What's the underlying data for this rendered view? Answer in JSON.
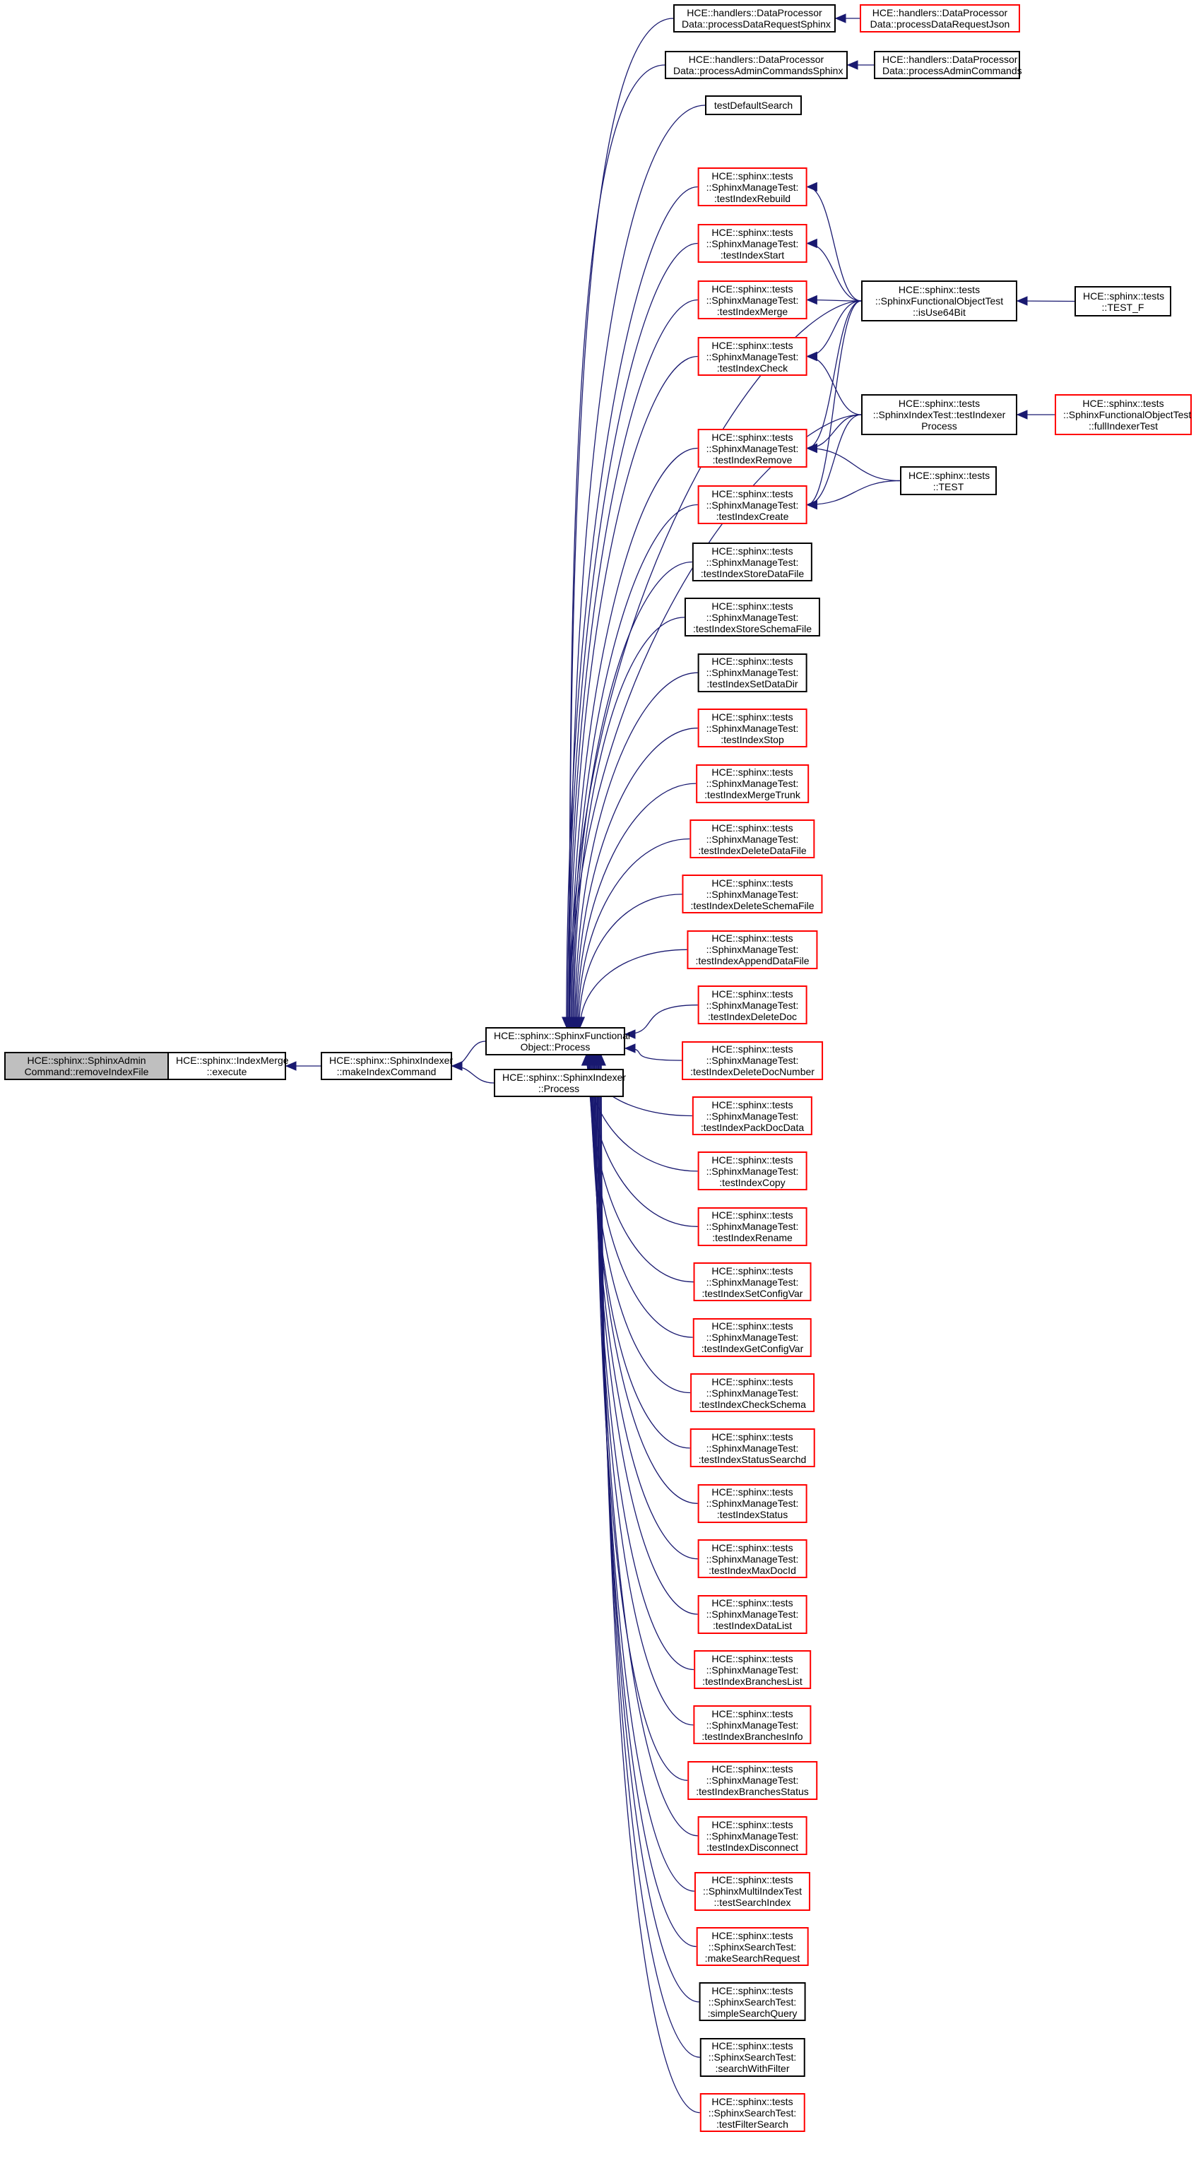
{
  "colors": {
    "edge": "#191970",
    "link_border": "#ff0000",
    "normal_border": "#000000",
    "focus_fill": "#bfbfbf"
  },
  "nodes": [
    {
      "id": "removeIndexFile",
      "style": "gray",
      "lines": [
        "HCE::sphinx::SphinxAdmin",
        "Command::removeIndexFile"
      ]
    },
    {
      "id": "execute",
      "style": "normal",
      "lines": [
        "HCE::sphinx::IndexMerge",
        "::execute"
      ]
    },
    {
      "id": "makeIndexCommand",
      "style": "normal",
      "lines": [
        "HCE::sphinx::SphinxIndexer",
        "::makeIndexCommand"
      ]
    },
    {
      "id": "funcProcess",
      "style": "normal",
      "lines": [
        "HCE::sphinx::SphinxFunctional",
        "Object::Process"
      ]
    },
    {
      "id": "indexerProcess",
      "style": "normal",
      "lines": [
        "HCE::sphinx::SphinxIndexer",
        "::Process"
      ]
    },
    {
      "id": "pdrSphinx",
      "style": "normal",
      "lines": [
        "HCE::handlers::DataProcessor",
        "Data::processDataRequestSphinx"
      ]
    },
    {
      "id": "pdrJson",
      "style": "red",
      "lines": [
        "HCE::handlers::DataProcessor",
        "Data::processDataRequestJson"
      ]
    },
    {
      "id": "pacSphinx",
      "style": "normal",
      "lines": [
        "HCE::handlers::DataProcessor",
        "Data::processAdminCommandsSphinx"
      ]
    },
    {
      "id": "pac",
      "style": "normal",
      "lines": [
        "HCE::handlers::DataProcessor",
        "Data::processAdminCommands"
      ]
    },
    {
      "id": "testDefaultSearch",
      "style": "normal",
      "lines": [
        "testDefaultSearch"
      ]
    },
    {
      "id": "isUse64Bit",
      "style": "normal",
      "lines": [
        "HCE::sphinx::tests",
        "::SphinxFunctionalObjectTest",
        "::isUse64Bit"
      ]
    },
    {
      "id": "TEST_F",
      "style": "normal",
      "lines": [
        "HCE::sphinx::tests",
        "::TEST_F"
      ]
    },
    {
      "id": "testIndexerProcess",
      "style": "normal",
      "lines": [
        "HCE::sphinx::tests",
        "::SphinxIndexTest::testIndexer",
        "Process"
      ]
    },
    {
      "id": "fullIndexerTest",
      "style": "red",
      "lines": [
        "HCE::sphinx::tests",
        "::SphinxFunctionalObjectTest",
        "::fullIndexerTest"
      ]
    },
    {
      "id": "TEST",
      "style": "normal",
      "lines": [
        "HCE::sphinx::tests",
        "::TEST"
      ]
    },
    {
      "id": "c0",
      "style": "red",
      "lines": [
        "HCE::sphinx::tests",
        "::SphinxManageTest:",
        ":testIndexRebuild"
      ]
    },
    {
      "id": "c1",
      "style": "red",
      "lines": [
        "HCE::sphinx::tests",
        "::SphinxManageTest:",
        ":testIndexStart"
      ]
    },
    {
      "id": "c2",
      "style": "red",
      "lines": [
        "HCE::sphinx::tests",
        "::SphinxManageTest:",
        ":testIndexMerge"
      ]
    },
    {
      "id": "c3",
      "style": "red",
      "lines": [
        "HCE::sphinx::tests",
        "::SphinxManageTest:",
        ":testIndexCheck"
      ]
    },
    {
      "id": "c4",
      "style": "red",
      "lines": [
        "HCE::sphinx::tests",
        "::SphinxManageTest:",
        ":testIndexRemove"
      ]
    },
    {
      "id": "c5",
      "style": "red",
      "lines": [
        "HCE::sphinx::tests",
        "::SphinxManageTest:",
        ":testIndexCreate"
      ]
    },
    {
      "id": "c6",
      "style": "normal",
      "lines": [
        "HCE::sphinx::tests",
        "::SphinxManageTest:",
        ":testIndexStoreDataFile"
      ]
    },
    {
      "id": "c7",
      "style": "normal",
      "lines": [
        "HCE::sphinx::tests",
        "::SphinxManageTest:",
        ":testIndexStoreSchemaFile"
      ]
    },
    {
      "id": "c8",
      "style": "normal",
      "lines": [
        "HCE::sphinx::tests",
        "::SphinxManageTest:",
        ":testIndexSetDataDir"
      ]
    },
    {
      "id": "c9",
      "style": "red",
      "lines": [
        "HCE::sphinx::tests",
        "::SphinxManageTest:",
        ":testIndexStop"
      ]
    },
    {
      "id": "c10",
      "style": "red",
      "lines": [
        "HCE::sphinx::tests",
        "::SphinxManageTest:",
        ":testIndexMergeTrunk"
      ]
    },
    {
      "id": "c11",
      "style": "red",
      "lines": [
        "HCE::sphinx::tests",
        "::SphinxManageTest:",
        ":testIndexDeleteDataFile"
      ]
    },
    {
      "id": "c12",
      "style": "red",
      "lines": [
        "HCE::sphinx::tests",
        "::SphinxManageTest:",
        ":testIndexDeleteSchemaFile"
      ]
    },
    {
      "id": "c13",
      "style": "red",
      "lines": [
        "HCE::sphinx::tests",
        "::SphinxManageTest:",
        ":testIndexAppendDataFile"
      ]
    },
    {
      "id": "c14",
      "style": "red",
      "lines": [
        "HCE::sphinx::tests",
        "::SphinxManageTest:",
        ":testIndexDeleteDoc"
      ]
    },
    {
      "id": "c15",
      "style": "red",
      "lines": [
        "HCE::sphinx::tests",
        "::SphinxManageTest:",
        ":testIndexDeleteDocNumber"
      ]
    },
    {
      "id": "c16",
      "style": "red",
      "lines": [
        "HCE::sphinx::tests",
        "::SphinxManageTest:",
        ":testIndexPackDocData"
      ]
    },
    {
      "id": "c17",
      "style": "red",
      "lines": [
        "HCE::sphinx::tests",
        "::SphinxManageTest:",
        ":testIndexCopy"
      ]
    },
    {
      "id": "c18",
      "style": "red",
      "lines": [
        "HCE::sphinx::tests",
        "::SphinxManageTest:",
        ":testIndexRename"
      ]
    },
    {
      "id": "c19",
      "style": "red",
      "lines": [
        "HCE::sphinx::tests",
        "::SphinxManageTest:",
        ":testIndexSetConfigVar"
      ]
    },
    {
      "id": "c20",
      "style": "red",
      "lines": [
        "HCE::sphinx::tests",
        "::SphinxManageTest:",
        ":testIndexGetConfigVar"
      ]
    },
    {
      "id": "c21",
      "style": "red",
      "lines": [
        "HCE::sphinx::tests",
        "::SphinxManageTest:",
        ":testIndexCheckSchema"
      ]
    },
    {
      "id": "c22",
      "style": "red",
      "lines": [
        "HCE::sphinx::tests",
        "::SphinxManageTest:",
        ":testIndexStatusSearchd"
      ]
    },
    {
      "id": "c23",
      "style": "red",
      "lines": [
        "HCE::sphinx::tests",
        "::SphinxManageTest:",
        ":testIndexStatus"
      ]
    },
    {
      "id": "c24",
      "style": "red",
      "lines": [
        "HCE::sphinx::tests",
        "::SphinxManageTest:",
        ":testIndexMaxDocId"
      ]
    },
    {
      "id": "c25",
      "style": "red",
      "lines": [
        "HCE::sphinx::tests",
        "::SphinxManageTest:",
        ":testIndexDataList"
      ]
    },
    {
      "id": "c26",
      "style": "red",
      "lines": [
        "HCE::sphinx::tests",
        "::SphinxManageTest:",
        ":testIndexBranchesList"
      ]
    },
    {
      "id": "c27",
      "style": "red",
      "lines": [
        "HCE::sphinx::tests",
        "::SphinxManageTest:",
        ":testIndexBranchesInfo"
      ]
    },
    {
      "id": "c28",
      "style": "red",
      "lines": [
        "HCE::sphinx::tests",
        "::SphinxManageTest:",
        ":testIndexBranchesStatus"
      ]
    },
    {
      "id": "c29",
      "style": "red",
      "lines": [
        "HCE::sphinx::tests",
        "::SphinxManageTest:",
        ":testIndexDisconnect"
      ]
    },
    {
      "id": "c30",
      "style": "red",
      "lines": [
        "HCE::sphinx::tests",
        "::SphinxMultiIndexTest",
        "::testSearchIndex"
      ]
    },
    {
      "id": "c31",
      "style": "red",
      "lines": [
        "HCE::sphinx::tests",
        "::SphinxSearchTest:",
        ":makeSearchRequest"
      ]
    },
    {
      "id": "c32",
      "style": "normal",
      "lines": [
        "HCE::sphinx::tests",
        "::SphinxSearchTest:",
        ":simpleSearchQuery"
      ]
    },
    {
      "id": "c33",
      "style": "normal",
      "lines": [
        "HCE::sphinx::tests",
        "::SphinxSearchTest:",
        ":searchWithFilter"
      ]
    },
    {
      "id": "c34",
      "style": "red",
      "lines": [
        "HCE::sphinx::tests",
        "::SphinxSearchTest:",
        ":testFilterSearch"
      ]
    }
  ],
  "edges": [
    [
      "execute",
      "removeIndexFile"
    ],
    [
      "makeIndexCommand",
      "execute"
    ],
    [
      "funcProcess",
      "makeIndexCommand"
    ],
    [
      "indexerProcess",
      "makeIndexCommand"
    ],
    [
      "pdrJson",
      "pdrSphinx"
    ],
    [
      "pac",
      "pacSphinx"
    ],
    [
      "TEST_F",
      "isUse64Bit"
    ],
    [
      "fullIndexerTest",
      "testIndexerProcess"
    ],
    [
      "isUse64Bit",
      "c0"
    ],
    [
      "isUse64Bit",
      "c1"
    ],
    [
      "isUse64Bit",
      "c2"
    ],
    [
      "isUse64Bit",
      "c3"
    ],
    [
      "isUse64Bit",
      "c4"
    ],
    [
      "isUse64Bit",
      "c5"
    ],
    [
      "testIndexerProcess",
      "c3"
    ],
    [
      "testIndexerProcess",
      "c4"
    ],
    [
      "testIndexerProcess",
      "c5"
    ],
    [
      "TEST",
      "c4"
    ],
    [
      "TEST",
      "c5"
    ],
    [
      "pdrSphinx",
      "funcProcess"
    ],
    [
      "pacSphinx",
      "funcProcess"
    ],
    [
      "testDefaultSearch",
      "funcProcess"
    ],
    [
      "isUse64Bit",
      "funcProcess"
    ],
    [
      "testIndexerProcess",
      "funcProcess"
    ]
  ]
}
